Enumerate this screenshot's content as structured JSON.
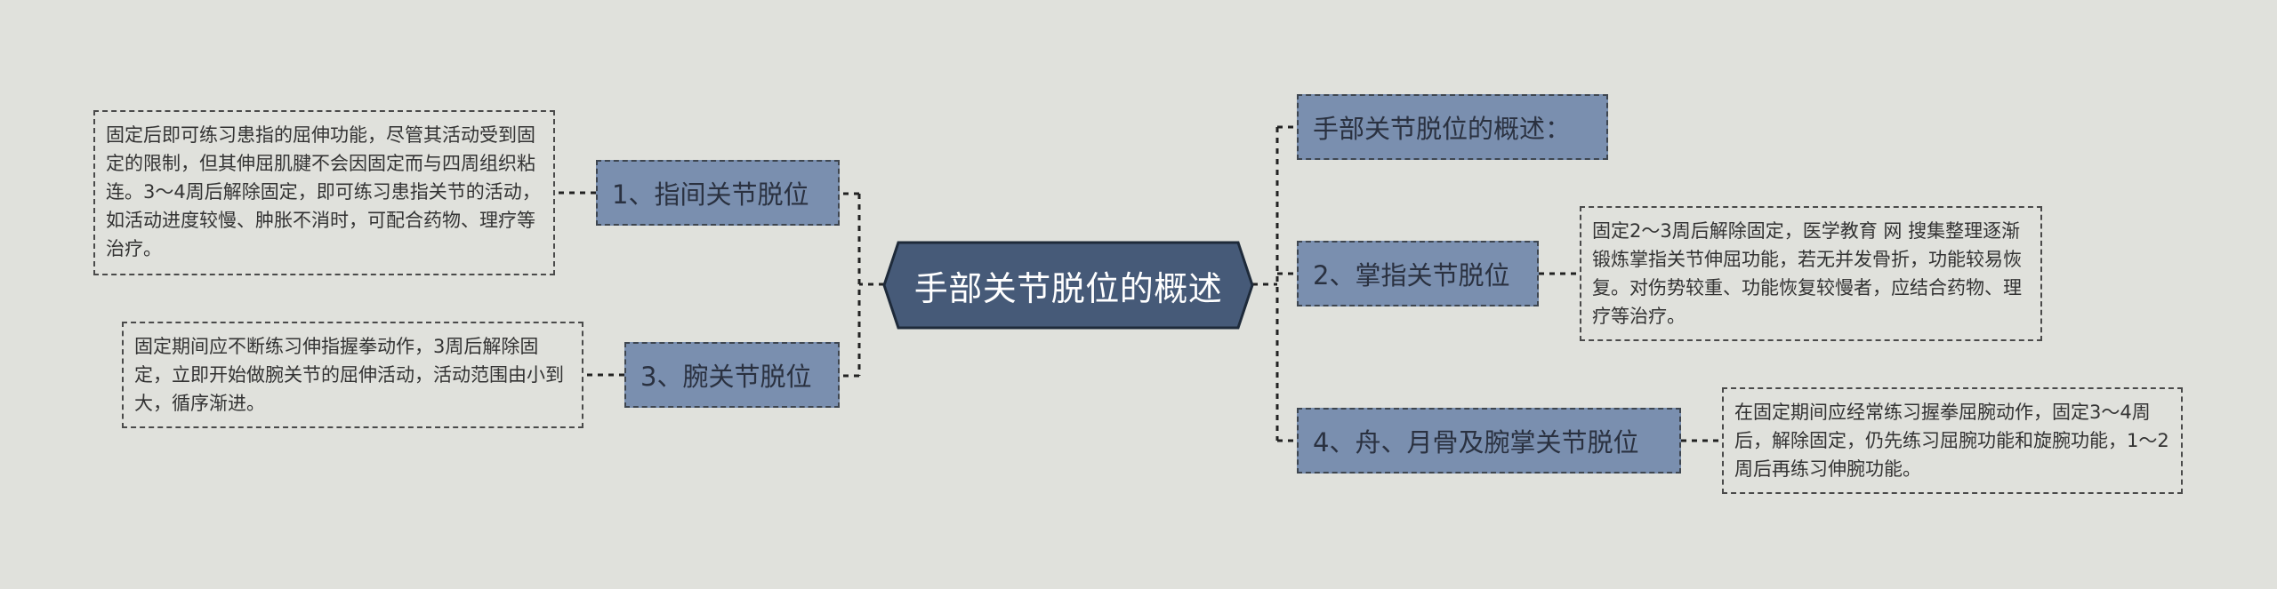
{
  "colors": {
    "background": "#e0e1dc",
    "center_fill": "#465a78",
    "branch_fill": "#7a8faf",
    "connector": "#222222"
  },
  "center": {
    "title": "手部关节脱位的概述"
  },
  "branches": {
    "overview": {
      "label": "手部关节脱位的概述："
    },
    "interphalangeal": {
      "label": "1、指间关节脱位",
      "detail": "固定后即可练习患指的屈伸功能，尽管其活动受到固定的限制，但其伸屈肌腱不会因固定而与四周组织粘连。3～4周后解除固定，即可练习患指关节的活动，如活动进度较慢、肿胀不消时，可配合药物、理疗等治疗。"
    },
    "metacarpophalangeal": {
      "label": "2、掌指关节脱位",
      "detail": "固定2～3周后解除固定，医学教育 网 搜集整理逐渐锻炼掌指关节伸屈功能，若无并发骨折，功能较易恢复。对伤势较重、功能恢复较慢者，应结合药物、理疗等治疗。"
    },
    "wrist": {
      "label": "3、腕关节脱位",
      "detail": "固定期间应不断练习伸指握拳动作，3周后解除固定，立即开始做腕关节的屈伸活动，活动范围由小到大，循序渐进。"
    },
    "scaphoid_lunate": {
      "label": "4、舟、月骨及腕掌关节脱位",
      "detail": "在固定期间应经常练习握拳屈腕动作，固定3～4周后，解除固定，仍先练习屈腕功能和旋腕功能，1～2周后再练习伸腕功能。"
    }
  }
}
